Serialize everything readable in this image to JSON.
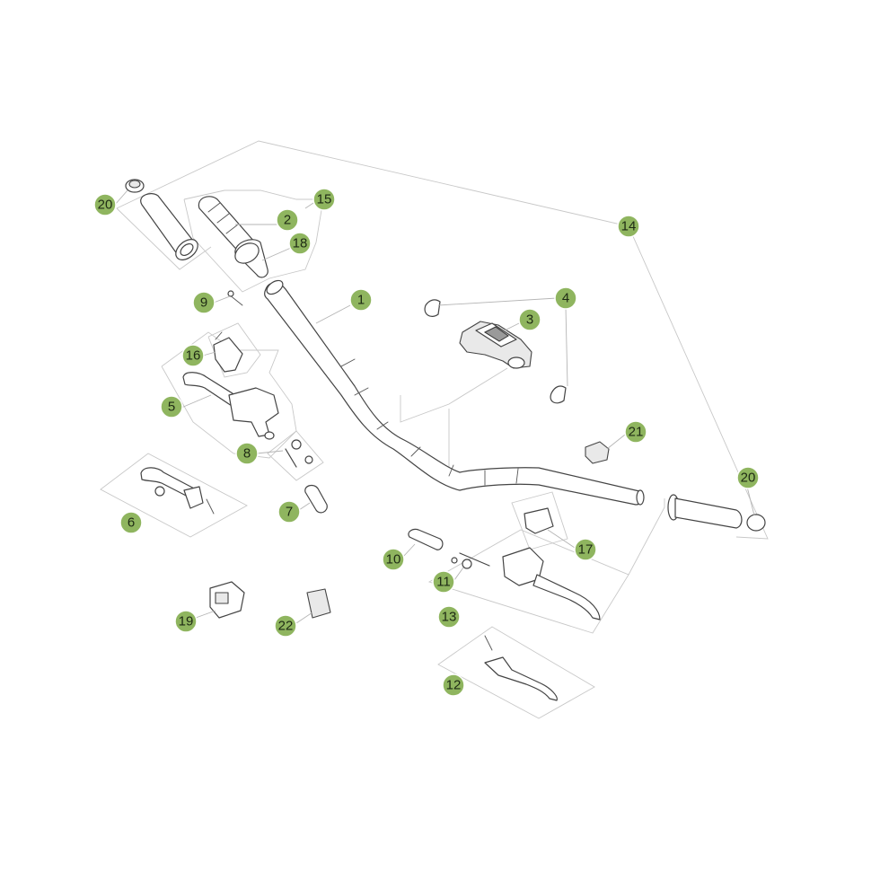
{
  "diagram": {
    "callouts": [
      {
        "id": "c1",
        "label": "1"
      },
      {
        "id": "c2",
        "label": "2"
      },
      {
        "id": "c3",
        "label": "3"
      },
      {
        "id": "c4",
        "label": "4"
      },
      {
        "id": "c5",
        "label": "5"
      },
      {
        "id": "c6",
        "label": "6"
      },
      {
        "id": "c7",
        "label": "7"
      },
      {
        "id": "c8",
        "label": "8"
      },
      {
        "id": "c9",
        "label": "9"
      },
      {
        "id": "c10",
        "label": "10"
      },
      {
        "id": "c11",
        "label": "11"
      },
      {
        "id": "c12",
        "label": "12"
      },
      {
        "id": "c13",
        "label": "13"
      },
      {
        "id": "c14",
        "label": "14"
      },
      {
        "id": "c15",
        "label": "15"
      },
      {
        "id": "c16",
        "label": "16"
      },
      {
        "id": "c17",
        "label": "17"
      },
      {
        "id": "c18",
        "label": "18"
      },
      {
        "id": "c19",
        "label": "19"
      },
      {
        "id": "c20a",
        "label": "20"
      },
      {
        "id": "c20b",
        "label": "20"
      },
      {
        "id": "c21",
        "label": "21"
      },
      {
        "id": "c22",
        "label": "22"
      }
    ],
    "colors": {
      "callout_fill": "#8fb55f",
      "callout_text": "#1e2a14",
      "line": "#444444",
      "leader": "#b5b5b5"
    }
  }
}
